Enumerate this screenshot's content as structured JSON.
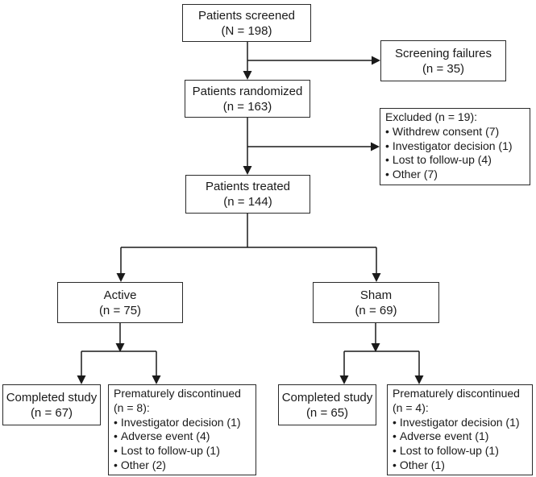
{
  "diagram": {
    "type": "patient-flow-chart",
    "bullet": "•",
    "colors": {
      "background": "#ffffff",
      "box_border": "#2a2a2a",
      "line": "#1a1a1a",
      "text": "#1a1a1a"
    },
    "boxes": {
      "screened": {
        "line1": "Patients screened",
        "line2": "(N = 198)"
      },
      "screening_failures": {
        "line1": "Screening failures",
        "line2": "(n = 35)"
      },
      "randomized": {
        "line1": "Patients randomized",
        "line2": "(n = 163)"
      },
      "excluded": {
        "header": "Excluded (n = 19):",
        "items": [
          "Withdrew consent (7)",
          "Investigator decision (1)",
          "Lost to follow-up (4)",
          "Other (7)"
        ]
      },
      "treated": {
        "line1": "Patients treated",
        "line2": "(n = 144)"
      },
      "active": {
        "line1": "Active",
        "line2": "(n = 75)"
      },
      "sham": {
        "line1": "Sham",
        "line2": "(n = 69)"
      },
      "active_completed": {
        "line1": "Completed study",
        "line2": "(n = 67)"
      },
      "active_discontinued": {
        "header": "Prematurely discontinued (n = 8):",
        "items": [
          "Investigator decision (1)",
          "Adverse event (4)",
          "Lost to follow-up (1)",
          "Other (2)"
        ]
      },
      "sham_completed": {
        "line1": "Completed study",
        "line2": "(n = 65)"
      },
      "sham_discontinued": {
        "header": "Prematurely discontinued (n = 4):",
        "items": [
          "Investigator decision (1)",
          "Adverse event (1)",
          "Lost to follow-up (1)",
          "Other (1)"
        ]
      }
    }
  }
}
